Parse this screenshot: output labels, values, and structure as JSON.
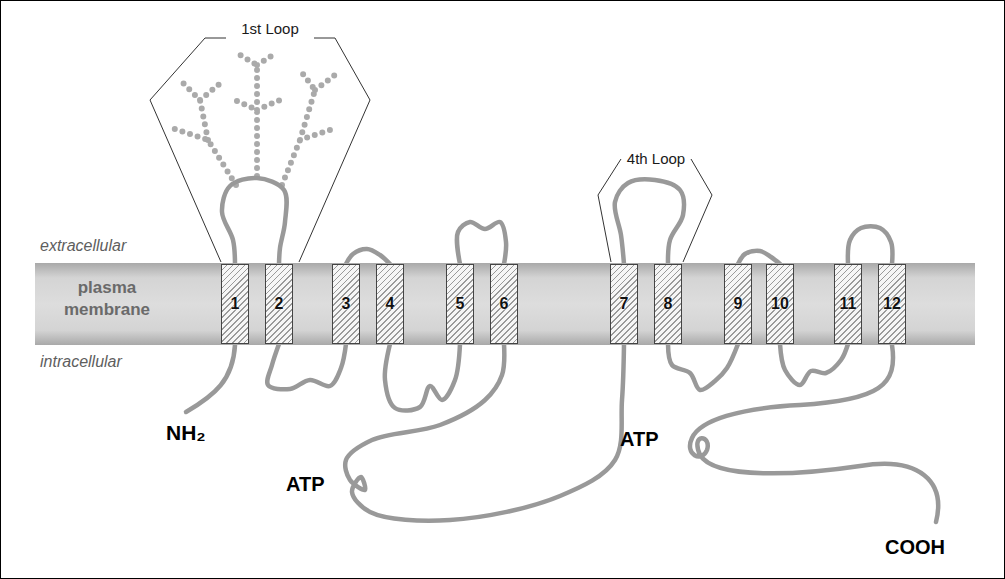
{
  "diagram": {
    "nodes": [
      {
        "text": [
          "plasma membrane"
        ]
      },
      {
        "text": [
          "1"
        ],
        "in": 0
      },
      {
        "text": [
          "2"
        ],
        "in": 0
      },
      {
        "text": [
          "3"
        ],
        "in": 0
      },
      {
        "text": [
          "4"
        ],
        "in": 0
      },
      {
        "text": [
          "5"
        ],
        "in": 0
      },
      {
        "text": [
          "6"
        ],
        "in": 0
      },
      {
        "text": [
          "7"
        ],
        "in": 0
      },
      {
        "text": [
          "8"
        ],
        "in": 0
      },
      {
        "text": [
          "9"
        ],
        "in": 0
      },
      {
        "text": [
          "10"
        ],
        "in": 0
      },
      {
        "text": [
          "11"
        ],
        "in": 0
      },
      {
        "text": [
          "12"
        ],
        "in": 0
      }
    ],
    "edges": [
      {
        "from": 1,
        "to": 2,
        "arrow": "none"
      },
      {
        "from": 2,
        "to": 3,
        "arrow": "none"
      },
      {
        "from": 3,
        "to": 4,
        "arrow": "none"
      },
      {
        "from": 4,
        "to": 5,
        "arrow": "none"
      },
      {
        "from": 5,
        "to": 6,
        "arrow": "none"
      },
      {
        "from": 6,
        "to": 7,
        "arrow": "none"
      },
      {
        "from": 7,
        "to": 8,
        "arrow": "none"
      },
      {
        "from": 8,
        "to": 9,
        "arrow": "none"
      },
      {
        "from": 9,
        "to": 10,
        "arrow": "none"
      },
      {
        "from": 10,
        "to": 11,
        "arrow": "none"
      },
      {
        "from": 11,
        "to": 12,
        "arrow": "none"
      }
    ],
    "labels": [
      "1st Loop",
      "4th Loop",
      "extracellular",
      "intracellular",
      "NH₂",
      "ATP",
      "ATP",
      "COOH"
    ]
  }
}
